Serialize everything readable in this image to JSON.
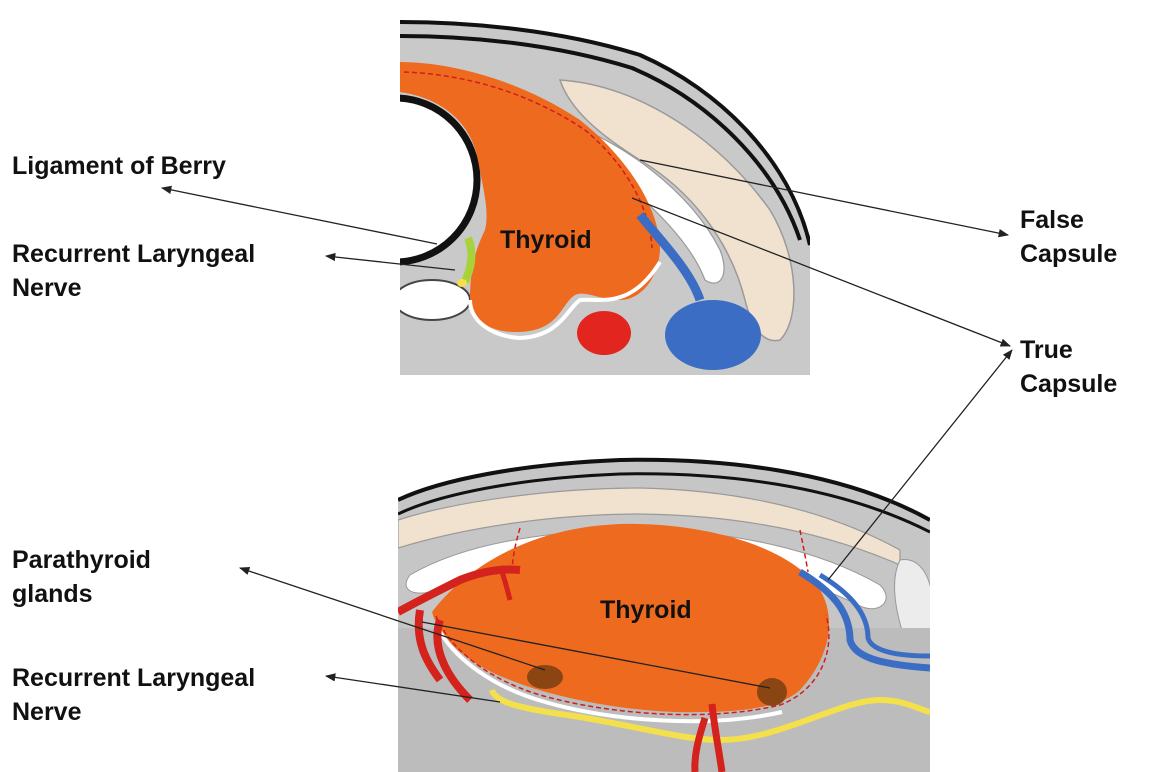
{
  "labels": {
    "ligament_of_berry": "Ligament of Berry",
    "recurrent_laryngeal_top_1": "Recurrent Laryngeal",
    "recurrent_laryngeal_top_2": "Nerve",
    "false_capsule_1": "False",
    "false_capsule_2": "Capsule",
    "true_capsule_1": "True",
    "true_capsule_2": "Capsule",
    "parathyroid_1": "Parathyroid",
    "parathyroid_2": "glands",
    "recurrent_laryngeal_bottom_1": "Recurrent Laryngeal",
    "recurrent_laryngeal_bottom_2": "Nerve",
    "thyroid_top": "Thyroid",
    "thyroid_bottom": "Thyroid"
  },
  "colors": {
    "thyroid": "#ee6a1e",
    "fascia_gray": "#c8c8c8",
    "dark_gray": "#b9b9b9",
    "muscle_beige": "#f1e2d0",
    "vein_blue": "#3b6dc4",
    "artery_red": "#e2261f",
    "nerve_yellow": "#f3e04a",
    "nerve_green": "#a8d23a",
    "parathyroid_brown": "#8b4513",
    "capsule_line": "#d21d1d",
    "ink": "#111111"
  }
}
